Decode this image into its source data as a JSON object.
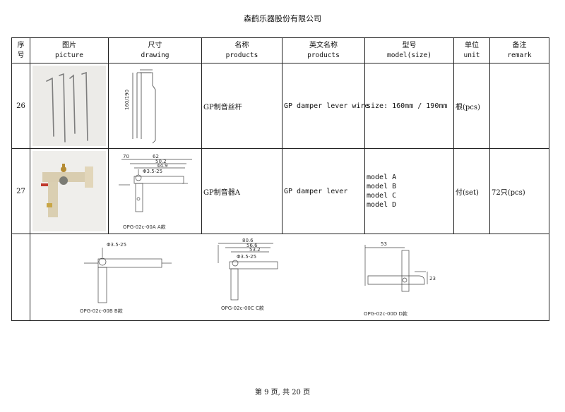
{
  "company": "森鹤乐器股份有限公司",
  "headers": [
    {
      "cn": "序\n号",
      "en": ""
    },
    {
      "cn": "图片",
      "en": "picture"
    },
    {
      "cn": "尺寸",
      "en": "drawing"
    },
    {
      "cn": "名称",
      "en": "products"
    },
    {
      "cn": "英文名称",
      "en": "products"
    },
    {
      "cn": "型号",
      "en": "model(size)"
    },
    {
      "cn": "单位",
      "en": "unit"
    },
    {
      "cn": "备注",
      "en": "remark"
    }
  ],
  "rows": [
    {
      "no": "26",
      "name_cn": "GP制音丝杆",
      "name_en": "GP damper lever wire",
      "model": "size: 160mm / 190mm",
      "unit": "根(pcs)",
      "remark": "",
      "drawing_dim": "160/190"
    },
    {
      "no": "27",
      "name_cn": "GP制音器A",
      "name_en": "GP damper lever",
      "models": [
        "model A",
        "model B",
        "model C",
        "model D"
      ],
      "unit": "付(set)",
      "remark": "72只(pcs)",
      "drawing_caption": "OPG-02c-00A  A款",
      "drawing_dims": [
        "70",
        "62",
        "50.2",
        "44.9",
        "Φ3.5-25"
      ]
    }
  ],
  "extra_drawings": [
    {
      "caption": "OPG-02c-00B  B款",
      "dims": [
        "Φ3.5-25"
      ]
    },
    {
      "caption": "OPG-02c-00C  C款",
      "dims": [
        "80.6",
        "56.6",
        "53.2",
        "Φ3.5-25"
      ]
    },
    {
      "caption": "OPG-02c-00D  D款",
      "dims": [
        "53",
        "23"
      ]
    }
  ],
  "footer": "第 9 页, 共 20 页"
}
